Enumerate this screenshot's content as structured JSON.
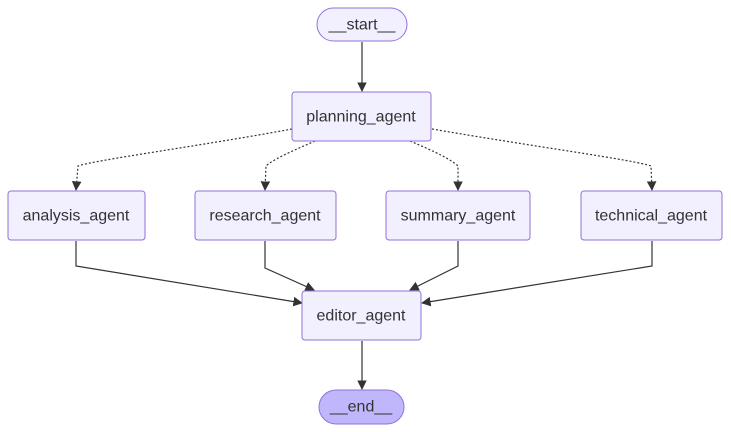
{
  "diagram": {
    "nodes": {
      "start": {
        "label": "__start__",
        "kind": "terminal"
      },
      "planning_agent": {
        "label": "planning_agent",
        "kind": "process"
      },
      "analysis_agent": {
        "label": "analysis_agent",
        "kind": "process"
      },
      "research_agent": {
        "label": "research_agent",
        "kind": "process"
      },
      "summary_agent": {
        "label": "summary_agent",
        "kind": "process"
      },
      "technical_agent": {
        "label": "technical_agent",
        "kind": "process"
      },
      "editor_agent": {
        "label": "editor_agent",
        "kind": "process"
      },
      "end": {
        "label": "__end__",
        "kind": "terminal"
      }
    },
    "edges": [
      {
        "from": "start",
        "to": "planning_agent",
        "style": "solid"
      },
      {
        "from": "planning_agent",
        "to": "analysis_agent",
        "style": "dotted"
      },
      {
        "from": "planning_agent",
        "to": "research_agent",
        "style": "dotted"
      },
      {
        "from": "planning_agent",
        "to": "summary_agent",
        "style": "dotted"
      },
      {
        "from": "planning_agent",
        "to": "technical_agent",
        "style": "dotted"
      },
      {
        "from": "analysis_agent",
        "to": "editor_agent",
        "style": "solid"
      },
      {
        "from": "research_agent",
        "to": "editor_agent",
        "style": "solid"
      },
      {
        "from": "summary_agent",
        "to": "editor_agent",
        "style": "solid"
      },
      {
        "from": "technical_agent",
        "to": "editor_agent",
        "style": "solid"
      },
      {
        "from": "editor_agent",
        "to": "end",
        "style": "solid"
      }
    ]
  },
  "colors": {
    "node_fill": "#f2f0ff",
    "node_stroke": "#9370db",
    "end_fill": "#bfb6fc",
    "edge": "#333333",
    "text": "#333333"
  }
}
